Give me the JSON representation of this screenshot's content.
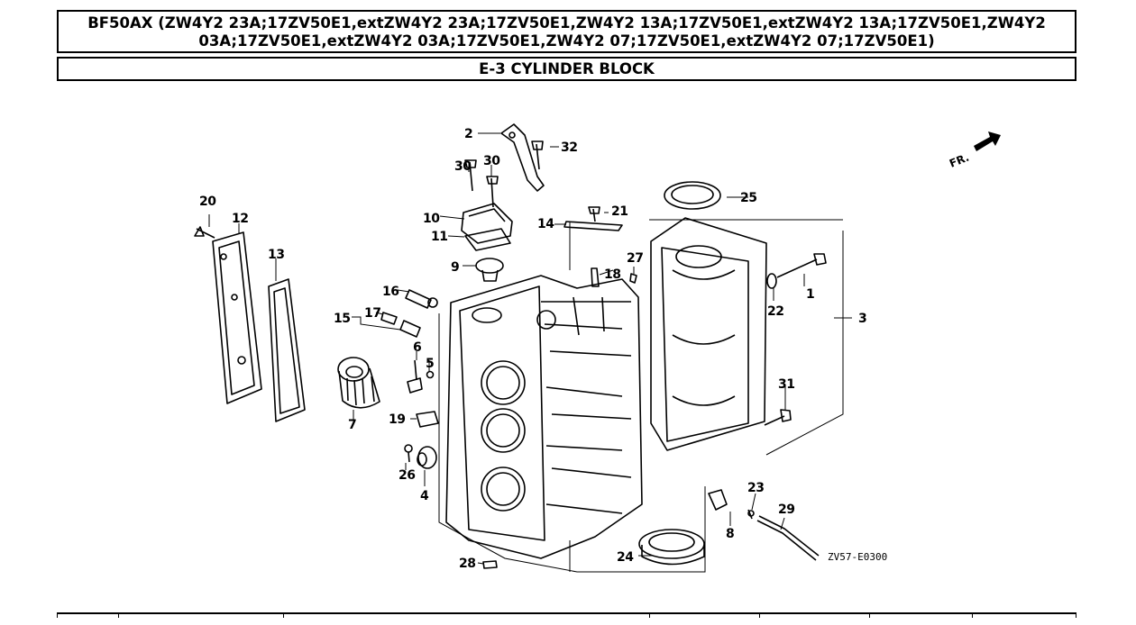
{
  "header": {
    "model_title": "BF50AX (ZW4Y2 23A;17ZV50E1,extZW4Y2 23A;17ZV50E1,ZW4Y2 13A;17ZV50E1,extZW4Y2 13A;17ZV50E1,ZW4Y2 03A;17ZV50E1,extZW4Y2 03A;17ZV50E1,ZW4Y2 07;17ZV50E1,extZW4Y2 07;17ZV50E1)",
    "section_title": "E-3 CYLINDER BLOCK"
  },
  "diagram": {
    "drawing_code": "ZV57-E0300",
    "front_marker": "FR.",
    "callouts": {
      "c1": "1",
      "c2": "2",
      "c3": "3",
      "c4": "4",
      "c5": "5",
      "c6": "6",
      "c7": "7",
      "c8": "8",
      "c9": "9",
      "c10": "10",
      "c11": "11",
      "c12": "12",
      "c13": "13",
      "c14": "14",
      "c15": "15",
      "c16": "16",
      "c17": "17",
      "c18": "18",
      "c19": "19",
      "c20": "20",
      "c21": "21",
      "c22": "22",
      "c23": "23",
      "c24": "24",
      "c25": "25",
      "c26": "26",
      "c27": "27",
      "c28": "28",
      "c29": "29",
      "c30a": "30",
      "c30b": "30",
      "c31": "31",
      "c32": "32"
    }
  }
}
